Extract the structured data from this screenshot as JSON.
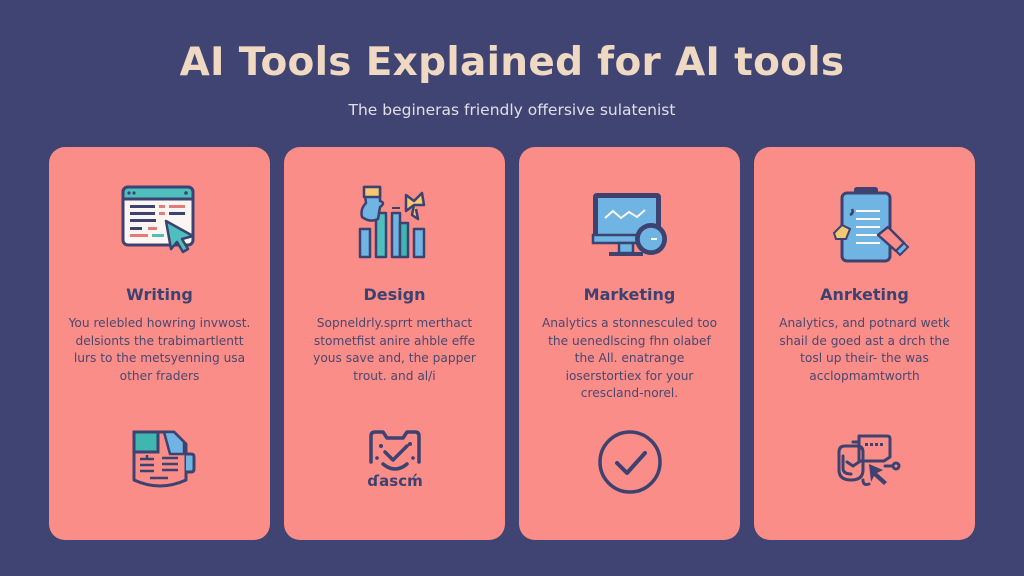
{
  "header": {
    "title": "AI Tools Explained for AI tools",
    "subtitle": "The begineras friendly offersive sulatenist"
  },
  "colors": {
    "background": "#3f4472",
    "card": "#fa8d88",
    "title": "#efd9c3",
    "navy": "#3d4270",
    "teal": "#4fbfbe",
    "blue": "#6fb4e2"
  },
  "cards": [
    {
      "title": "Writing",
      "description": "You relebled howring invwost. delsionts the trabimartlentt lurs to the metsyenning usa other fraders",
      "top_icon": "browser-window-cursor-icon",
      "bottom_icon": "document-icon"
    },
    {
      "title": "Design",
      "description": "Sopneldrly.sprrt merthact stometfist anire ahble effe yous save and, the papper trout. and al/i",
      "top_icon": "bar-chart-hand-icon",
      "bottom_icon": "check-frame-icon",
      "bottom_icon_label": "ɗascḿ"
    },
    {
      "title": "Marketing",
      "description": "Analytics a stonnesculed too the uenedlscing fhn olabef the All. enatrange ioserstortiex for your crescland-norel.",
      "top_icon": "monitor-clock-icon",
      "bottom_icon": "check-circle-icon"
    },
    {
      "title": "Anrketing",
      "description": "Analytics, and potnard wetk shail de goed ast a drch the tosl up their- the was acclopmamtworth",
      "top_icon": "clipboard-pencil-icon",
      "bottom_icon": "devices-cursor-icon"
    }
  ]
}
